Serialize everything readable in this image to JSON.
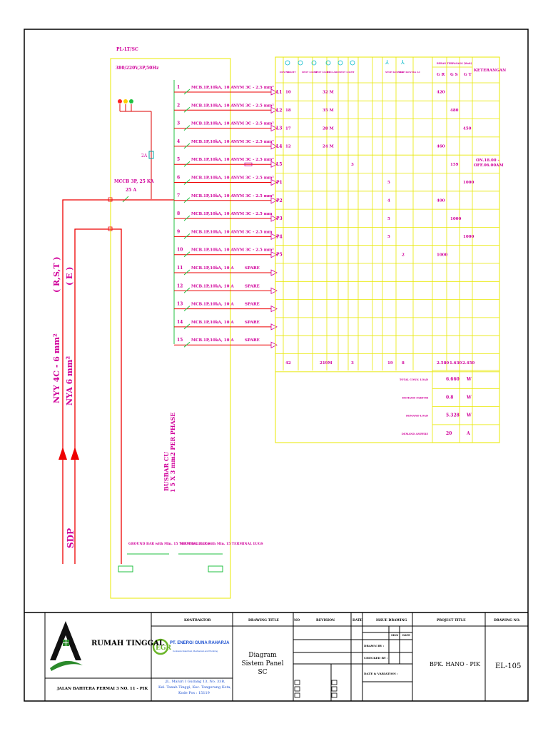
{
  "panel": {
    "title": "PL-LT/SC",
    "supply": "380/220V,3P,50Hz",
    "main_mccb": "MCCB 3P, 25 KA",
    "main_rating": "25 A",
    "fuse_rating": "2A"
  },
  "circuits": [
    {
      "no": "1",
      "breaker": "MCB.1P,10kA, 10 A",
      "cable": "NYM 3C - 2.5 mm²",
      "tag": "L1",
      "lamp_a": "10",
      "lamp_c": "32 M",
      "load_r": "420",
      "load_s": "",
      "load_t": "",
      "note": ""
    },
    {
      "no": "2",
      "breaker": "MCB.1P,10kA, 10 A",
      "cable": "NYM 3C - 2.5 mm²",
      "tag": "L2",
      "lamp_a": "18",
      "lamp_c": "35 M",
      "load_r": "",
      "load_s": "480",
      "load_t": "",
      "note": ""
    },
    {
      "no": "3",
      "breaker": "MCB.1P,10kA, 10 A",
      "cable": "NYM 3C - 2.5 mm²",
      "tag": "L3",
      "lamp_a": "17",
      "lamp_c": "28 M",
      "load_r": "",
      "load_s": "",
      "load_t": "450",
      "note": ""
    },
    {
      "no": "4",
      "breaker": "MCB.1P,10kA, 10 A",
      "cable": "NYM 3C - 2.5 mm²",
      "tag": "L4",
      "lamp_a": "12",
      "lamp_c": "24 M",
      "load_r": "460",
      "load_s": "",
      "load_t": "",
      "note": ""
    },
    {
      "no": "5",
      "breaker": "MCB.1P,10kA, 10 A",
      "cable": "NYM 3C - 2.5 mm²",
      "tag": "L5",
      "lamp_e": "3",
      "load_r": "",
      "load_s": "159",
      "load_t": "",
      "note": "ON.18.00 - OFF.06.00AM"
    },
    {
      "no": "6",
      "breaker": "MCB.1P,10kA, 10 A",
      "cable": "NYM 3C - 2.5 mm²",
      "tag": "P1",
      "socket": "5",
      "load_r": "",
      "load_s": "",
      "load_t": "1000",
      "note": ""
    },
    {
      "no": "7",
      "breaker": "MCB.1P,10kA, 10 A",
      "cable": "NYM 3C - 2.5 mm²",
      "tag": "P2",
      "socket": "4",
      "load_r": "400",
      "load_s": "",
      "load_t": "",
      "note": ""
    },
    {
      "no": "8",
      "breaker": "MCB.1P,10kA, 10 A",
      "cable": "NYM 3C - 2.5 mm",
      "tag": "P3",
      "socket": "5",
      "load_r": "",
      "load_s": "1000",
      "load_t": "",
      "note": ""
    },
    {
      "no": "9",
      "breaker": "MCB.1P,10kA, 10 A",
      "cable": "NYM 3C - 2.5 mm",
      "tag": "P4",
      "socket": "5",
      "load_r": "",
      "load_s": "",
      "load_t": "1000",
      "note": ""
    },
    {
      "no": "10",
      "breaker": "MCB.1P,10kA, 10 A",
      "cable": "NYM 3C - 2.5 mm²",
      "tag": "P5",
      "socket2": "2",
      "load_r": "1000",
      "load_s": "",
      "load_t": "",
      "note": ""
    },
    {
      "no": "11",
      "breaker": "MCB.1P,10kA, 10 A",
      "cable": "SPARE",
      "tag": ""
    },
    {
      "no": "12",
      "breaker": "MCB.1P,10kA, 10 A",
      "cable": "SPARE",
      "tag": ""
    },
    {
      "no": "13",
      "breaker": "MCB.1P,10kA, 10 A",
      "cable": "SPARE",
      "tag": ""
    },
    {
      "no": "14",
      "breaker": "MCB.1P,10kA, 10 A",
      "cable": "SPARE",
      "tag": ""
    },
    {
      "no": "15",
      "breaker": "MCB.1P,10kA, 10 A",
      "cable": "SPARE",
      "tag": ""
    }
  ],
  "table": {
    "header_labels": [
      "DOWNLIGHT",
      "TL",
      "SPOT LIGHT",
      "SPOT LIGHT",
      "BOLLARD",
      "SPOT LIGHT",
      "STOP KONTAK",
      "STOP KONTAK AC"
    ],
    "load_header": "BEBAN TERPASANG (Watt)",
    "phase_r": "G R",
    "phase_s": "G S",
    "phase_t": "G T",
    "remark_header": "KETERANGAN",
    "totals": {
      "lamp_a": "42",
      "lamp_c": "219M",
      "lamp_e": "3",
      "socket": "19",
      "socket2": "8",
      "load_r": "2.580",
      "load_s": "1.630",
      "load_t": "2.450"
    },
    "summary": [
      {
        "label": "TOTAL CONN. LOAD",
        "value": "6.660",
        "unit": "W"
      },
      {
        "label": "DEMAND FAKTOR",
        "value": "0.8",
        "unit": "W"
      },
      {
        "label": "DEMAND LOAD",
        "value": "5.328",
        "unit": "W"
      },
      {
        "label": "DEMAND AMPERE",
        "value": "20",
        "unit": "A"
      }
    ]
  },
  "feeder": {
    "cable1": "NYY 4C - 6 mm²",
    "cable1_phase": "( R,S,T )",
    "cable2": "NYA 6 mm²",
    "cable2_phase": "( E )",
    "source": "SDP",
    "busbar": "BUSBAR CU",
    "busbar_size": "1 5 X 3 mm2 PER PHASE",
    "ground_bar": "GROUND BAR with Min. 15 TERMINAL LUGS",
    "neutral_bar": "NEUTRAL BAR with Min. 15 TERMINAL LUGS"
  },
  "title_block": {
    "owner": "RUMAH TINGGAL",
    "address": "JALAN BAHTERA PERMAI 3 NO. 11 - PIK",
    "contractor_header": "KONTRAKTOR",
    "company": "PT. ENERGI GUNA RAHARJA",
    "company_tagline": "Contractor Electrical, Mechanical and Plumbing",
    "company_logo": "EGR",
    "company_addr1": "JL. Maluri I Gudang 13, No. 33B,",
    "company_addr2": "Kel. Tanah Tinggi, Kec. Tangerang Kota,",
    "company_addr3": "Kode Pos : 15119",
    "drawing_title_header": "DRAWING TITLE",
    "drawing_title": "Diagram Sistem Panel SC",
    "no_header": "NO",
    "revision_header": "REVISION",
    "date_header": "DATE",
    "issued_header": "ISSUE DRAWING",
    "sign_header": "SIGN",
    "date_col": "DATE",
    "drawn_by": "DRAWN BY :",
    "checked_by": "CHECKED BY :",
    "date_scale": "DATE & VARIATION :",
    "project_header": "PROJECT TITLE",
    "project": "BPK. HANO - PIK",
    "drawing_no_header": "DRAWING NO.",
    "drawing_no": "EL-105"
  }
}
